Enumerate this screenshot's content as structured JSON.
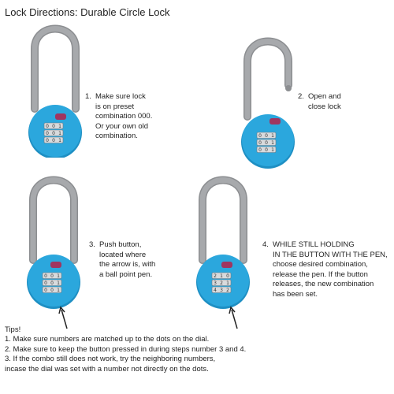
{
  "title": "Lock Directions: Durable Circle Lock",
  "colors": {
    "lock_body": "#2ba7dd",
    "lock_body_dark": "#1e8fc3",
    "cable": "#a7a9ac",
    "cable_outline": "#8c8e91",
    "tsa_badge": "#a03560",
    "dial": "#d8dadc"
  },
  "dials": {
    "lock1": [
      [
        "0",
        "0",
        "1"
      ],
      [
        "0",
        "0",
        "1"
      ],
      [
        "0",
        "0",
        "1"
      ]
    ],
    "lock2": [
      [
        "0",
        "0",
        "1"
      ],
      [
        "0",
        "0",
        "1"
      ],
      [
        "0",
        "0",
        "1"
      ]
    ],
    "lock3": [
      [
        "0",
        "0",
        "1"
      ],
      [
        "0",
        "0",
        "1"
      ],
      [
        "0",
        "0",
        "1"
      ]
    ],
    "lock4": [
      [
        "2",
        "1",
        "0"
      ],
      [
        "3",
        "2",
        "1"
      ],
      [
        "4",
        "3",
        "2"
      ]
    ]
  },
  "steps": [
    {
      "number": "1.",
      "lines": [
        "Make sure lock",
        "is on preset",
        "combination 000.",
        "Or your own old",
        "combination."
      ]
    },
    {
      "number": "2.",
      "lines": [
        "Open and",
        "close lock"
      ]
    },
    {
      "number": "3.",
      "lines": [
        "Push button,",
        "located where",
        "the arrow is, with",
        "a ball point pen."
      ]
    },
    {
      "number": "4.",
      "lines": [
        "WHILE STILL HOLDING",
        "IN THE BUTTON WITH THE PEN,",
        "choose desired combination,",
        "release the pen. If the button",
        "releases, the new combination",
        "has been set."
      ]
    }
  ],
  "tips": {
    "heading": "Tips!",
    "items": [
      "1. Make sure numbers are matched up to the dots on the dial.",
      "2. Make sure to keep the button pressed in during steps number 3 and 4.",
      "3. If the combo still does not work, try the neighboring numbers,",
      "incase the dial was set with a number not directly on the dots."
    ]
  }
}
